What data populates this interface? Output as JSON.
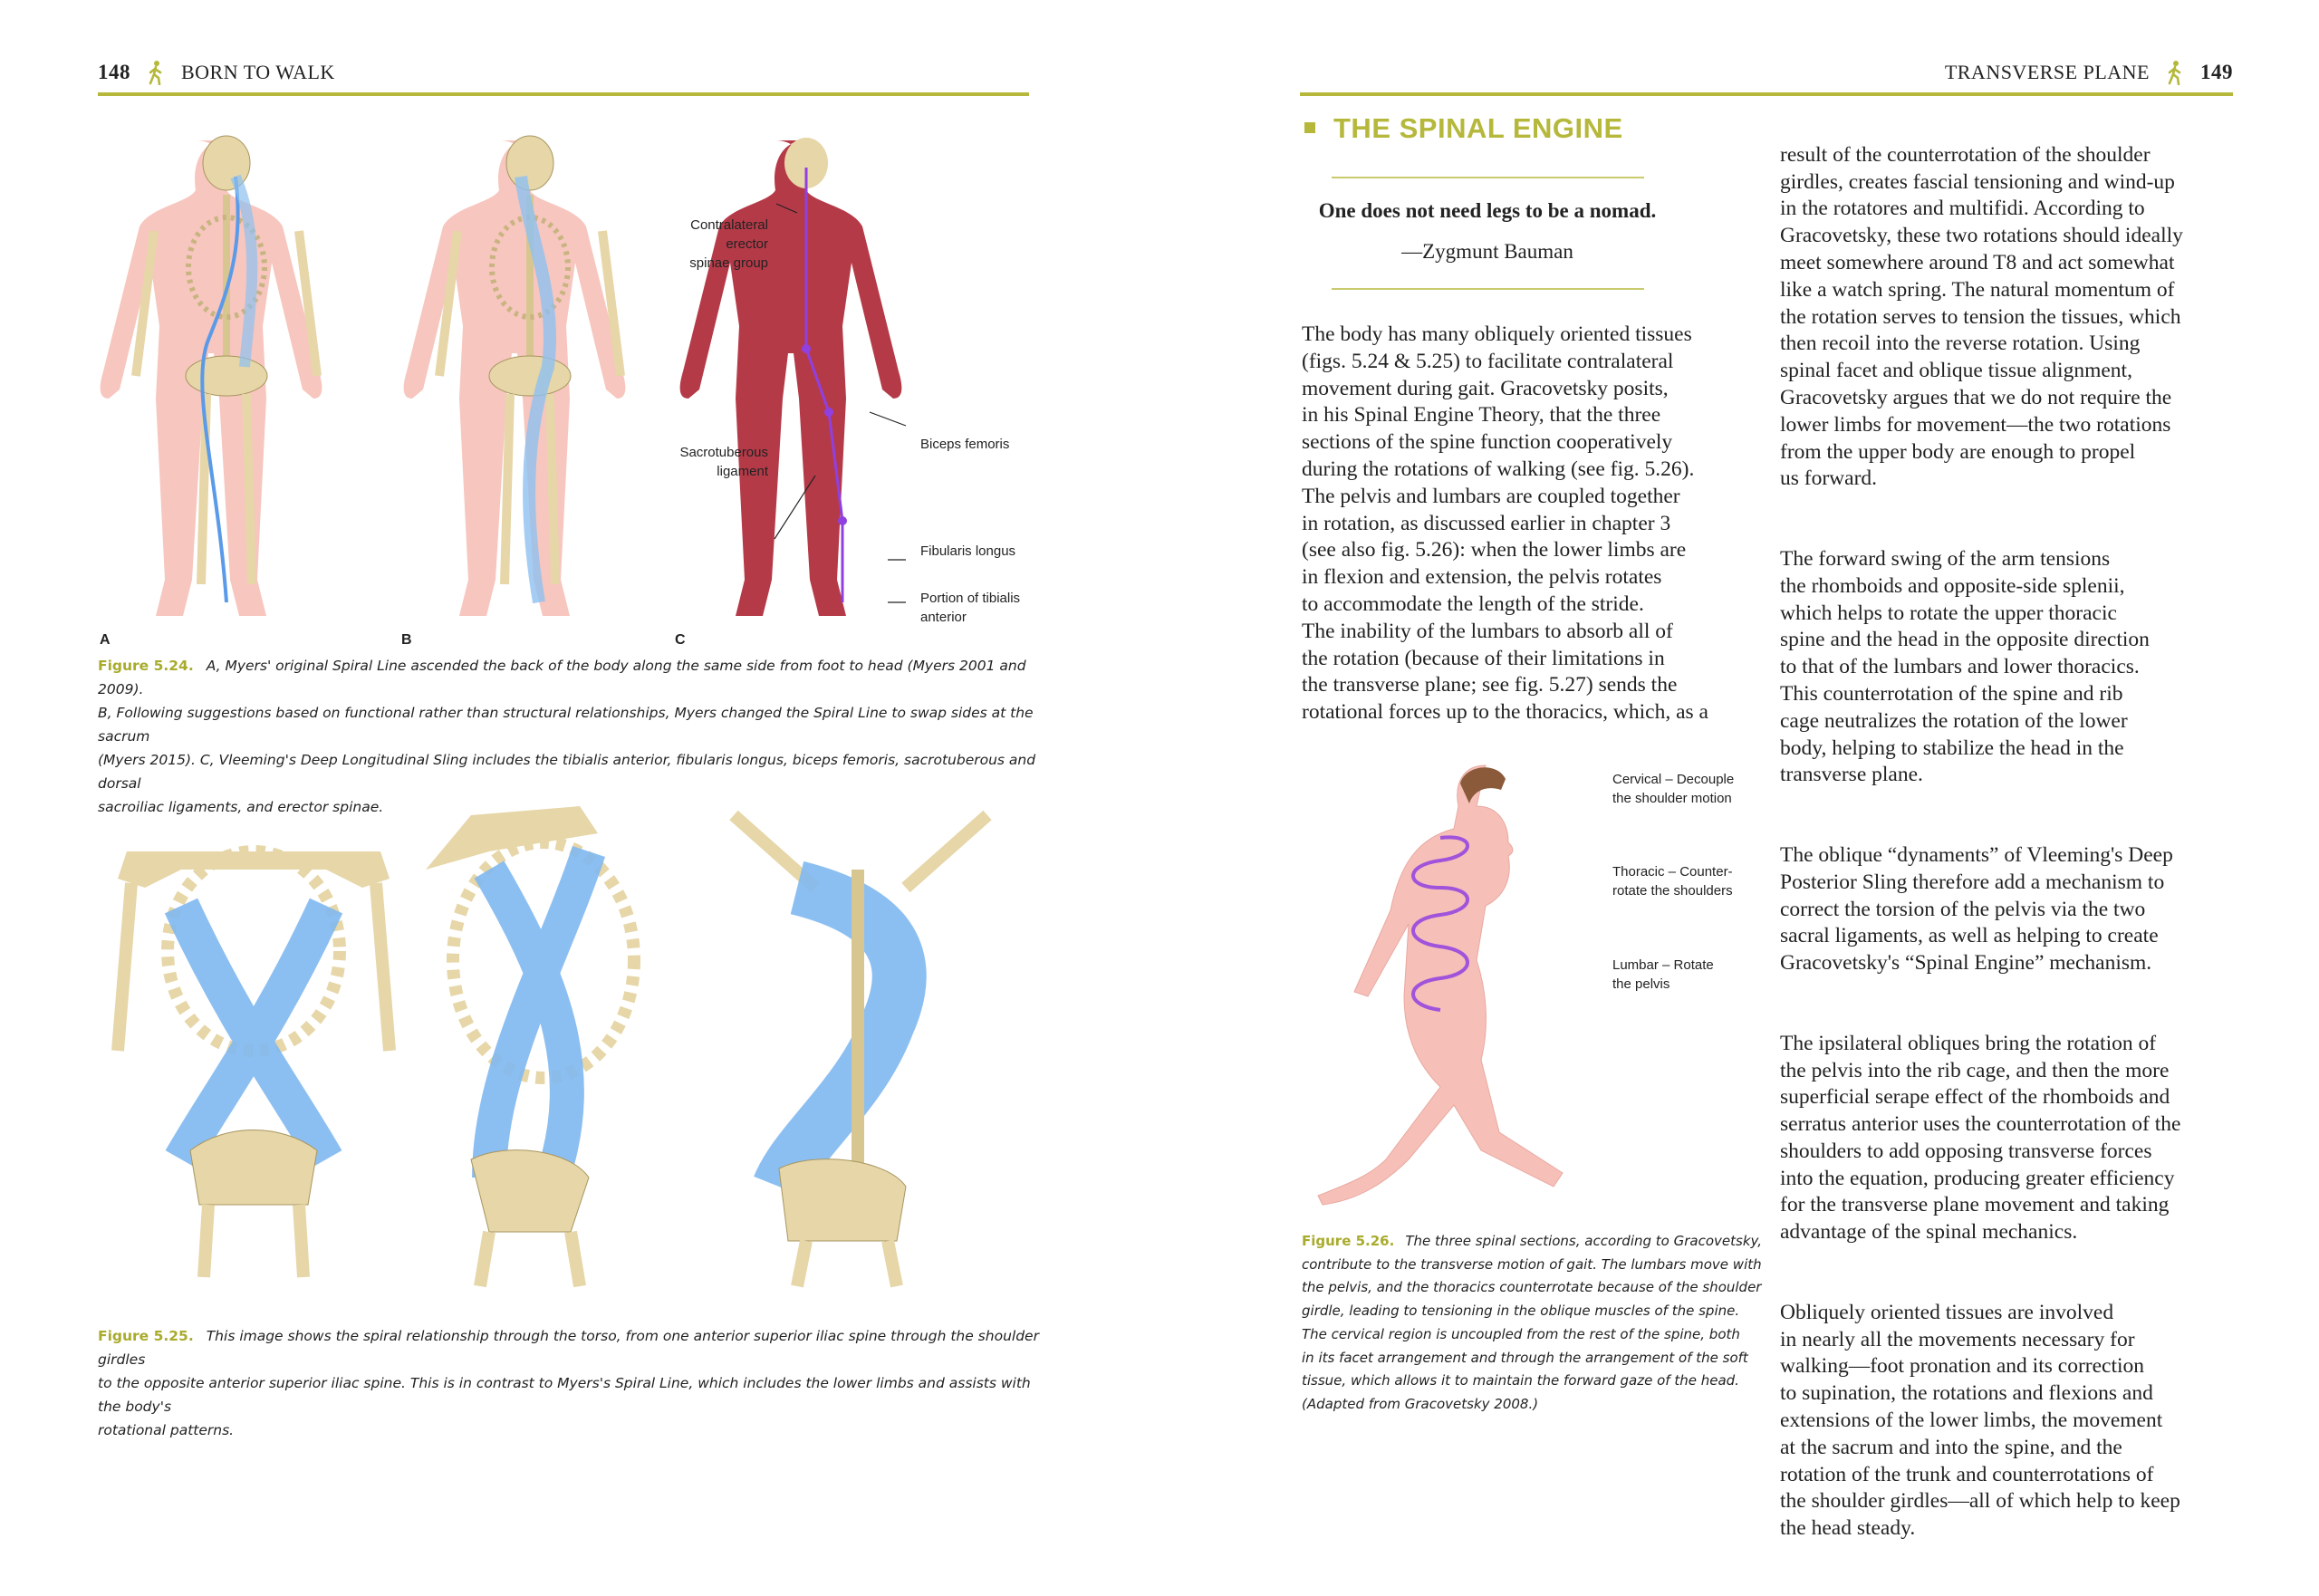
{
  "left_page": {
    "header": {
      "page_number": "148",
      "running_title": "BORN TO WALK",
      "icon": "walking-person-icon"
    },
    "figure_524": {
      "panel_labels": [
        "A",
        "B",
        "C"
      ],
      "callouts": {
        "contralateral": "Contralateral\nerector\nspinae group",
        "sacrotuberous": "Sacrotuberous\nligament",
        "biceps": "Biceps femoris",
        "fibularis": "Fibularis longus",
        "tibialis": "Portion of tibialis\nanterior"
      },
      "caption_label": "Figure 5.24.",
      "caption_text": "A, Myers' original Spiral Line ascended the back of the body along the same side from foot to head (Myers 2001 and 2009).\nB, Following suggestions based on functional rather than structural relationships, Myers changed the Spiral Line to swap sides at the sacrum\n(Myers 2015). C, Vleeming's Deep Longitudinal Sling includes the tibialis anterior, fibularis longus, biceps femoris, sacrotuberous and dorsal\nsacroiliac ligaments, and erector spinae."
    },
    "figure_525": {
      "caption_label": "Figure 5.25.",
      "caption_text": "This image shows the spiral relationship through the torso, from one anterior superior iliac spine through the shoulder girdles\nto the opposite anterior superior iliac spine. This is in contrast to Myers's Spiral Line, which includes the lower limbs and assists with the body's\nrotational patterns."
    }
  },
  "right_page": {
    "header": {
      "page_number": "149",
      "running_title": "TRANSVERSE PLANE",
      "icon": "walking-person-icon"
    },
    "section_heading": "THE SPINAL ENGINE",
    "epigraph": {
      "quote": "One does not need legs to be a nomad.",
      "attribution": "—Zygmunt Bauman"
    },
    "column1": "The body has many obliquely oriented tissues\n(figs. 5.24 & 5.25) to facilitate contralateral\nmovement during gait. Gracovetsky posits,\nin his Spinal Engine Theory, that the three\nsections of the spine function cooperatively\nduring the rotations of walking (see fig. 5.26).\nThe pelvis and lumbars are coupled together\nin rotation, as discussed earlier in chapter 3\n(see also fig. 5.26): when the lower limbs are\nin flexion and extension, the pelvis rotates\nto accommodate the length of the stride.\nThe inability of the lumbars to absorb all of\nthe rotation (because of their limitations in\nthe transverse plane; see fig. 5.27) sends the\nrotational forces up to the thoracics, which, as a",
    "column2": [
      "result of the counterrotation of the shoulder\ngirdles, creates fascial tensioning and wind-up\nin the rotatores and multifidi. According to\nGracovetsky, these two rotations should ideally\nmeet somewhere around T8 and act somewhat\nlike a watch spring. The natural momentum of\nthe rotation serves to tension the tissues, which\nthen recoil into the reverse rotation. Using\nspinal facet and oblique tissue alignment,\nGracovetsky argues that we do not require the\nlower limbs for movement—the two rotations\nfrom the upper body are enough to propel\nus forward.",
      "The forward swing of the arm tensions\nthe rhomboids and opposite-side splenii,\nwhich helps to rotate the upper thoracic\nspine and the head in the opposite direction\nto that of the lumbars and lower thoracics.\nThis counterrotation of the spine and rib\ncage neutralizes the rotation of the lower\nbody, helping to stabilize the head in the\ntransverse plane.",
      "The oblique “dynaments” of Vleeming's Deep\nPosterior Sling therefore add a mechanism to\ncorrect the torsion of the pelvis via the two\nsacral ligaments, as well as helping to create\nGracovetsky's “Spinal Engine” mechanism.",
      "The ipsilateral obliques bring the rotation of\nthe pelvis into the rib cage, and then the more\nsuperficial serape effect of the rhomboids and\nserratus anterior uses the counterrotation of the\nshoulders to add opposing transverse forces\ninto the equation, producing greater efficiency\nfor the transverse plane movement and taking\nadvantage of the spinal mechanics.",
      "Obliquely oriented tissues are involved\nin nearly all the movements necessary for\nwalking—foot pronation and its correction\nto supination, the rotations and flexions and\nextensions of the lower limbs, the movement\nat the sacrum and into the spine, and the\nrotation of the trunk and counterrotations of\nthe shoulder girdles—all of which help to keep\nthe head steady."
    ],
    "figure_526": {
      "labels": {
        "cervical": "Cervical – Decouple\nthe shoulder motion",
        "thoracic": "Thoracic – Counter-\nrotate the shoulders",
        "lumbar": "Lumbar – Rotate\nthe pelvis"
      },
      "caption_label": "Figure 5.26.",
      "caption_text": "The three spinal sections, according to Gracovetsky,\ncontribute to the transverse motion of gait. The lumbars move with\nthe pelvis, and the thoracics counterrotate because of the shoulder\ngirdle, leading to tensioning in the oblique muscles of the spine.\nThe cervical region is uncoupled from the rest of the spine, both\nin its facet arrangement and through the arrangement of the soft\ntissue, which allows it to maintain the forward gaze of the head.\n(Adapted from Gracovetsky 2008.)"
    }
  },
  "colors": {
    "accent": "#b5b83a",
    "fascia_blue": "#7fb8f0",
    "skin": "#f6c0b8",
    "bone": "#e6d6a8",
    "muscle": "#b53a48",
    "spiral_purple": "#9040e0"
  }
}
